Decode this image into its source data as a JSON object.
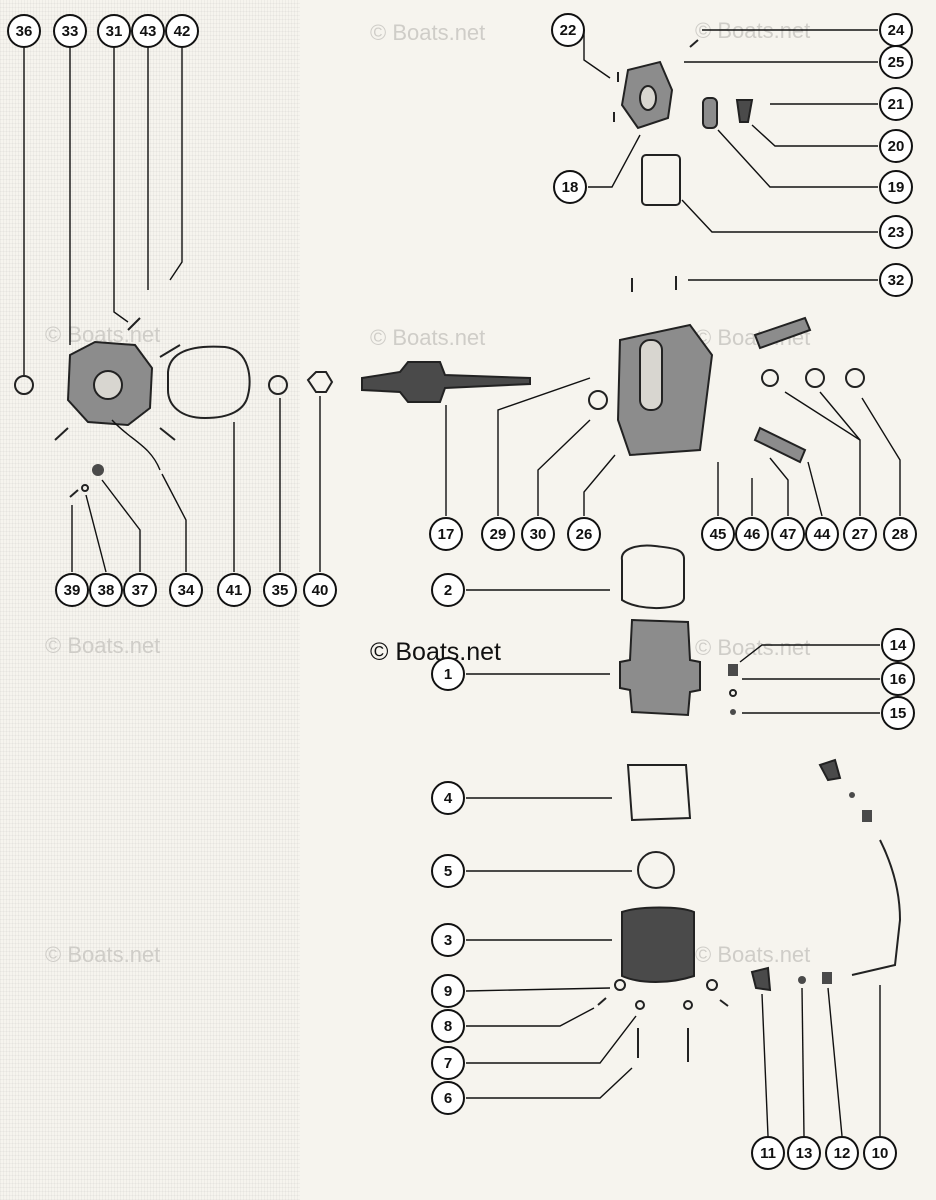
{
  "watermarks": {
    "main": "© Boats.net",
    "faint": [
      "© Boats.net",
      "© Boats.net",
      "© Boats.net",
      "© Boats.net",
      "© Boats.net",
      "© Boats.net",
      "© Boats.net",
      "© Boats.net",
      "© Boats.net"
    ]
  },
  "callouts": [
    {
      "id": "c36",
      "label": "36"
    },
    {
      "id": "c33",
      "label": "33"
    },
    {
      "id": "c31",
      "label": "31"
    },
    {
      "id": "c43",
      "label": "43"
    },
    {
      "id": "c42",
      "label": "42"
    },
    {
      "id": "c22",
      "label": "22"
    },
    {
      "id": "c24",
      "label": "24"
    },
    {
      "id": "c25",
      "label": "25"
    },
    {
      "id": "c21",
      "label": "21"
    },
    {
      "id": "c20",
      "label": "20"
    },
    {
      "id": "c18",
      "label": "18"
    },
    {
      "id": "c19",
      "label": "19"
    },
    {
      "id": "c23",
      "label": "23"
    },
    {
      "id": "c32",
      "label": "32"
    },
    {
      "id": "c17",
      "label": "17"
    },
    {
      "id": "c29",
      "label": "29"
    },
    {
      "id": "c30",
      "label": "30"
    },
    {
      "id": "c26",
      "label": "26"
    },
    {
      "id": "c45",
      "label": "45"
    },
    {
      "id": "c46",
      "label": "46"
    },
    {
      "id": "c47",
      "label": "47"
    },
    {
      "id": "c44",
      "label": "44"
    },
    {
      "id": "c27",
      "label": "27"
    },
    {
      "id": "c28",
      "label": "28"
    },
    {
      "id": "c39",
      "label": "39"
    },
    {
      "id": "c38",
      "label": "38"
    },
    {
      "id": "c37",
      "label": "37"
    },
    {
      "id": "c34",
      "label": "34"
    },
    {
      "id": "c41",
      "label": "41"
    },
    {
      "id": "c35",
      "label": "35"
    },
    {
      "id": "c40",
      "label": "40"
    },
    {
      "id": "c2",
      "label": "2"
    },
    {
      "id": "c1",
      "label": "1"
    },
    {
      "id": "c14",
      "label": "14"
    },
    {
      "id": "c16",
      "label": "16"
    },
    {
      "id": "c15",
      "label": "15"
    },
    {
      "id": "c4",
      "label": "4"
    },
    {
      "id": "c5",
      "label": "5"
    },
    {
      "id": "c3",
      "label": "3"
    },
    {
      "id": "c9",
      "label": "9"
    },
    {
      "id": "c8",
      "label": "8"
    },
    {
      "id": "c7",
      "label": "7"
    },
    {
      "id": "c6",
      "label": "6"
    },
    {
      "id": "c11",
      "label": "11"
    },
    {
      "id": "c13",
      "label": "13"
    },
    {
      "id": "c12",
      "label": "12"
    },
    {
      "id": "c10",
      "label": "10"
    }
  ]
}
